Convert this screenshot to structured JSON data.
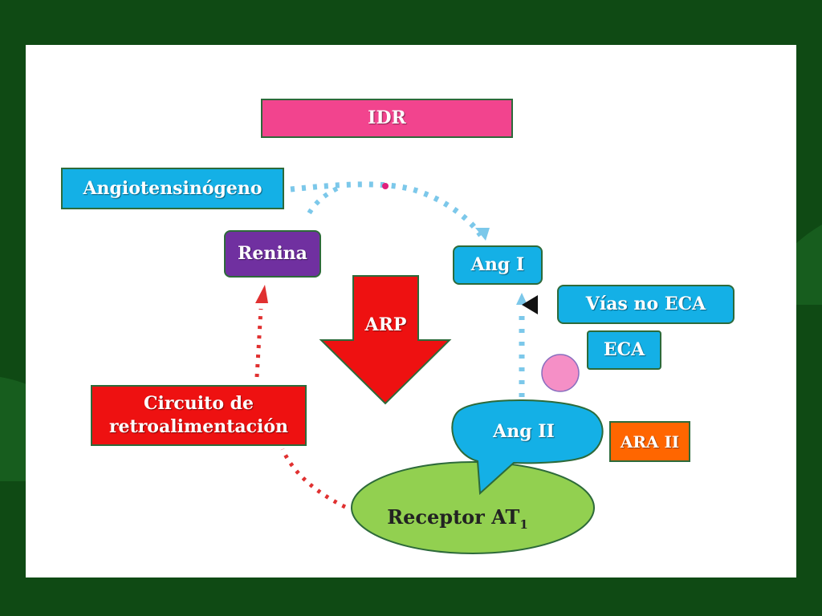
{
  "labels": {
    "idr": "IDR",
    "angiotensinogeno": "Angiotensinógeno",
    "renina": "Renina",
    "ang1": "Ang I",
    "vias_no_eca": "Vías no ECA",
    "eca": "ECA",
    "arp": "ARP",
    "circuito_line1": "Circuito de",
    "circuito_line2": "retroalimentación",
    "ang2": "Ang II",
    "ara2": "ARA II",
    "receptor": "Receptor AT",
    "receptor_sub": "1"
  },
  "colors": {
    "background": "#0f4a14",
    "idr": "#f2448e",
    "cyan": "#14b0e6",
    "renina": "#7030a0",
    "arp": "#ee1111",
    "circuito": "#ee1111",
    "ara2": "#ff6600",
    "receptor": "#92d050",
    "eca_circle": "#f58fc6",
    "blue_dots": "#7cc8ea",
    "red_dots": "#e03030"
  }
}
